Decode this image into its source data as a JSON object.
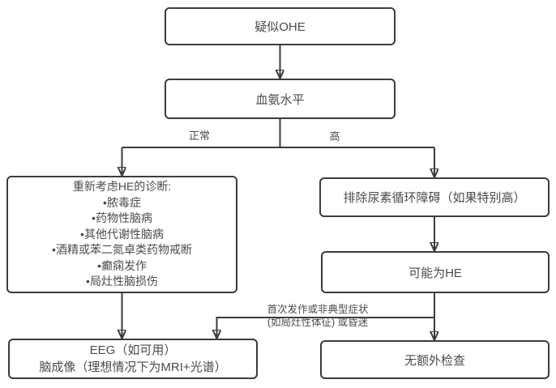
{
  "colors": {
    "line": "#3c3c3c",
    "text": "#4b4b4b",
    "background": "#ffffff"
  },
  "nodes": {
    "suspected_ohe": {
      "label": "疑似OHE"
    },
    "ammonia_level": {
      "label": "血氨水平"
    },
    "reconsider_he": {
      "title": "重新考虑HE的诊断:",
      "items": [
        "•脓毒症",
        "•药物性脑病",
        "•其他代谢性脑病",
        "•酒精或苯二氮卓类药物戒断",
        "•癫痫发作",
        "•局灶性脑损伤"
      ]
    },
    "exclude_urea_cycle": {
      "label": "排除尿素循环障碍（如果特别高）"
    },
    "possible_he": {
      "label": "可能为HE"
    },
    "eeg_imaging": {
      "line1": "EEG（如可用）",
      "line2": "脑成像（理想情况下为MRI+光谱）"
    },
    "no_extra_tests": {
      "label": "无额外检查"
    }
  },
  "edge_labels": {
    "normal": "正常",
    "high": "高",
    "atypical_line1": "首次发作或非典型症状",
    "atypical_line2": "(如局灶性体征) 或昏迷"
  }
}
